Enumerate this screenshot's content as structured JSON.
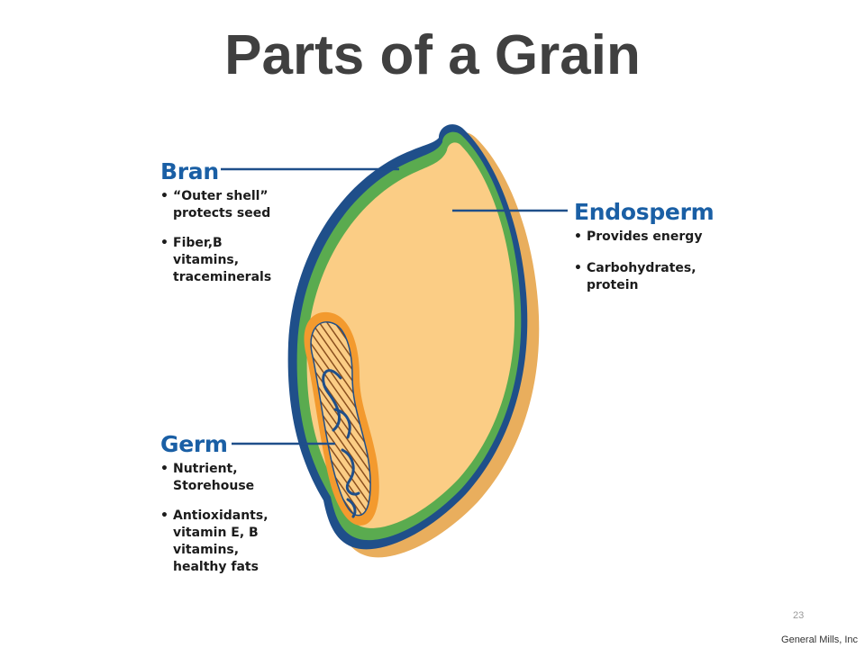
{
  "slide": {
    "title": "Parts of a Grain",
    "page_number": "23",
    "footer": "General Mills, Inc"
  },
  "labels": {
    "bran": {
      "heading": "Bran",
      "bullets": [
        "“Outer shell”\nprotects seed",
        "Fiber,B\nvitamins,\ntraceminerals"
      ]
    },
    "endosperm": {
      "heading": "Endosperm",
      "bullets": [
        "Provides energy",
        "Carbohydrates,\nprotein"
      ]
    },
    "germ": {
      "heading": "Germ",
      "bullets": [
        "Nutrient,\nStorehouse",
        "Antioxidants,\nvitamin E, B\nvitamins,\nhealthy fats"
      ]
    }
  },
  "colors": {
    "title": "#404040",
    "heading_blue": "#1a5fa5",
    "outline_navy": "#1f4f8a",
    "bran_green": "#5aab4f",
    "endosperm_fill": "#fbcd85",
    "shadow": "#e9ae5d",
    "germ_orange": "#f39a2e",
    "germ_hatch": "#9a5a25"
  }
}
